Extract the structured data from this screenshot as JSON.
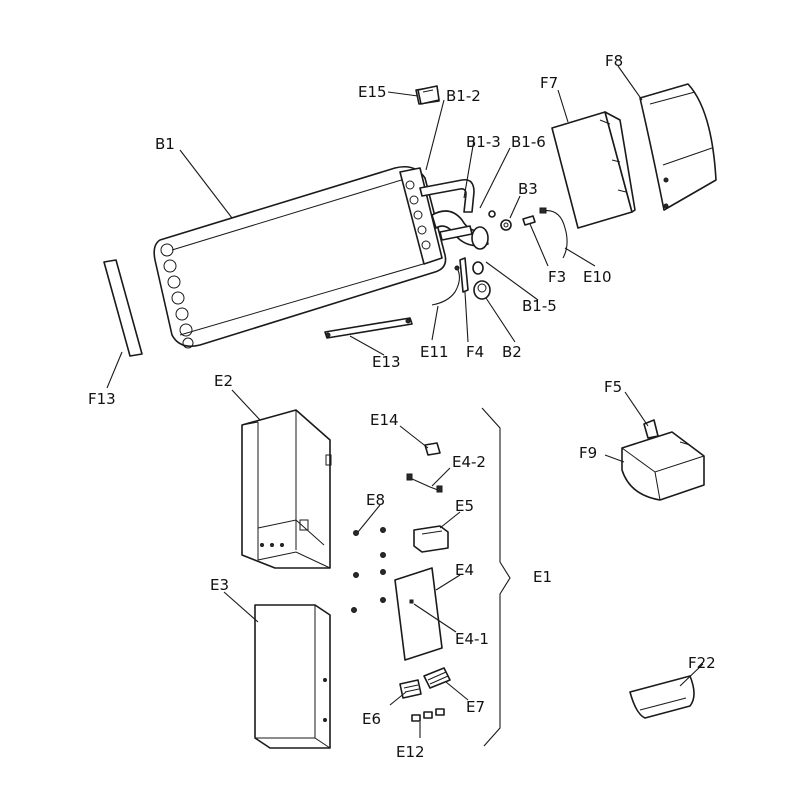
{
  "labels": {
    "B1": "B1",
    "B1_2": "B1-2",
    "B1_3": "B1-3",
    "B1_5": "B1-5",
    "B1_6": "B1-6",
    "B2": "B2",
    "B3": "B3",
    "E1": "E1",
    "E2": "E2",
    "E3": "E3",
    "E4": "E4",
    "E4_1": "E4-1",
    "E4_2": "E4-2",
    "E5": "E5",
    "E6": "E6",
    "E7": "E7",
    "E8": "E8",
    "E10": "E10",
    "E11": "E11",
    "E12": "E12",
    "E13": "E13",
    "E14": "E14",
    "E15": "E15",
    "F3": "F3",
    "F4": "F4",
    "F5": "F5",
    "F7": "F7",
    "F8": "F8",
    "F9": "F9",
    "F13": "F13",
    "F22": "F22"
  }
}
